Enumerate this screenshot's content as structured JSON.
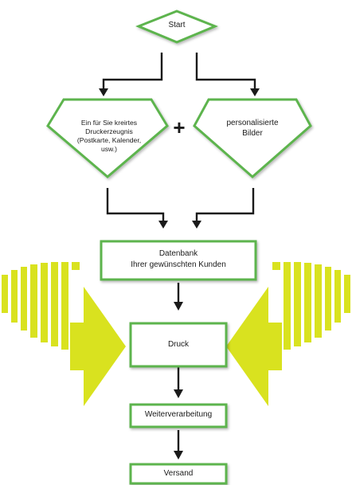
{
  "flowchart": {
    "start": "Start",
    "left_input": [
      "Ein für Sie kreirtes",
      "Druckerzeugnis",
      "(Postkarte, Kalender,",
      "usw.)"
    ],
    "combine_symbol": "+",
    "right_input": [
      "personalisierte",
      "Bilder"
    ],
    "database": [
      "Datenbank",
      "Ihrer gewünschten Kunden"
    ],
    "print": "Druck",
    "processing": "Weiterverarbeitung",
    "shipping": "Versand"
  },
  "colors": {
    "box_border": "#5db44e",
    "box_fill": "#ffffff",
    "accent_arrows": "#d9e21f",
    "connector": "#1a1a1a",
    "text": "#1a1a1a"
  }
}
